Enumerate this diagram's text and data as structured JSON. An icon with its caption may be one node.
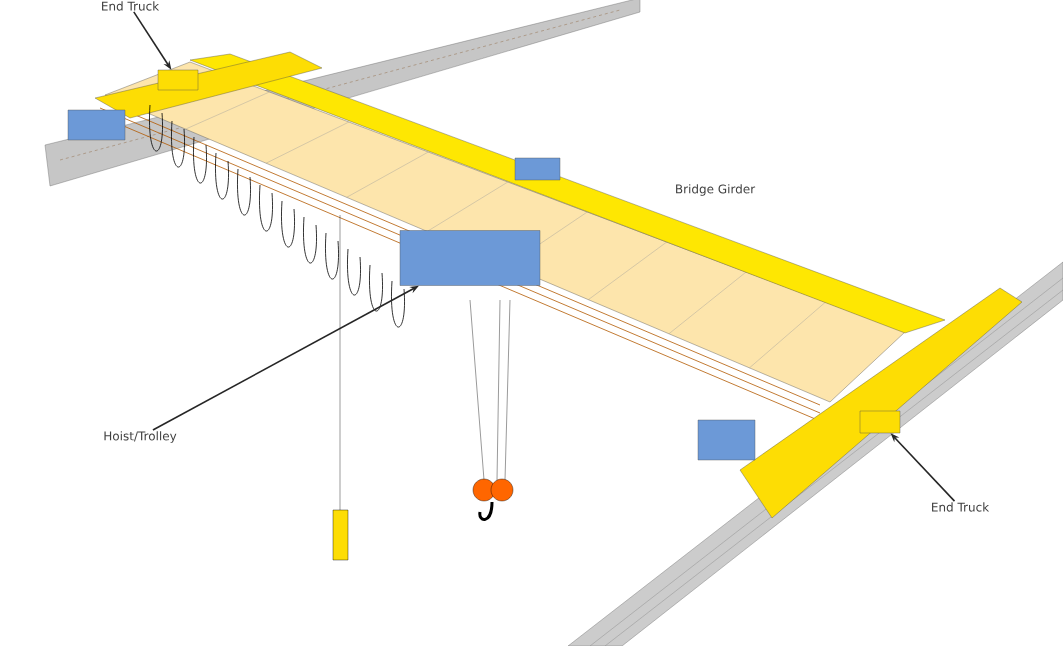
{
  "diagram": {
    "nodes": [
      {
        "text": [
          "End Truck"
        ]
      },
      {
        "text": [],
        "shape": "box"
      },
      {
        "text": [
          "Hoist/Trolley"
        ]
      },
      {
        "text": [],
        "shape": "box"
      },
      {
        "text": [
          "End Truck"
        ]
      },
      {
        "text": [],
        "shape": "box"
      }
    ],
    "edges": [
      {
        "from": 0,
        "to": 1,
        "arrow": "to"
      },
      {
        "from": 2,
        "to": 3,
        "arrow": "to"
      },
      {
        "from": 4,
        "to": 5,
        "arrow": "to"
      }
    ],
    "labels": [
      "Bridge Girder"
    ]
  }
}
